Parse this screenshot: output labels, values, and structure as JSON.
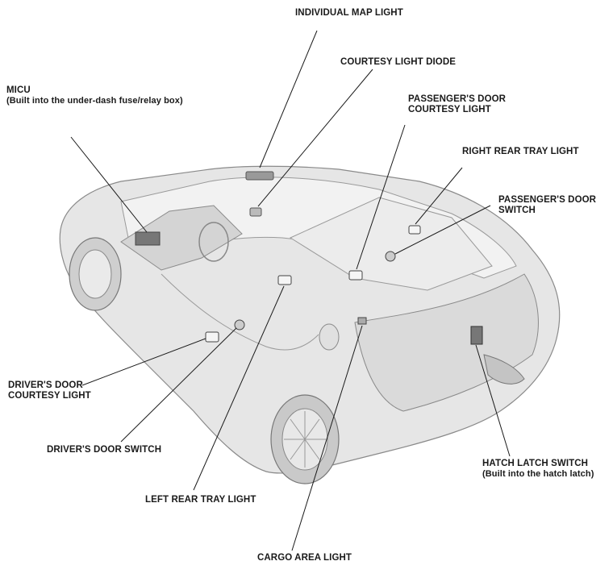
{
  "labels": {
    "individual_map_light": "INDIVIDUAL MAP LIGHT",
    "courtesy_light_diode": "COURTESY LIGHT DIODE",
    "micu": "MICU",
    "micu_note": "(Built into the under-dash fuse/relay box)",
    "passenger_door_courtesy_1": "PASSENGER'S DOOR",
    "passenger_door_courtesy_2": "COURTESY LIGHT",
    "right_rear_tray_light": "RIGHT REAR TRAY LIGHT",
    "passenger_door_switch_1": "PASSENGER'S DOOR",
    "passenger_door_switch_2": "SWITCH",
    "driver_door_courtesy_1": "DRIVER'S DOOR",
    "driver_door_courtesy_2": "COURTESY LIGHT",
    "driver_door_switch": "DRIVER'S DOOR SWITCH",
    "left_rear_tray_light": "LEFT REAR TRAY LIGHT",
    "cargo_area_light": "CARGO AREA LIGHT",
    "hatch_latch_switch": "HATCH LATCH SWITCH",
    "hatch_latch_note": "(Built into the hatch latch)"
  },
  "colors": {
    "ink": "#1a1a1a",
    "car_body": "#e2e2e2",
    "car_shadow": "#bdbdbd",
    "car_outline": "#8a8a8a"
  }
}
